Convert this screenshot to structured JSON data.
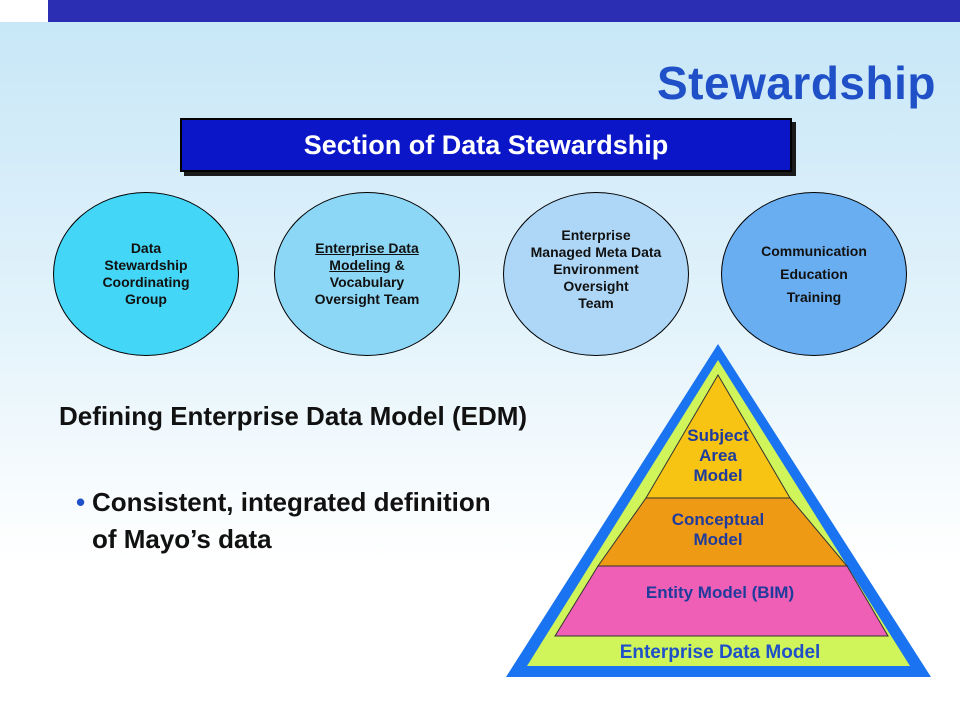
{
  "slide": {
    "title": "Stewardship"
  },
  "section": {
    "label": "Section of Data Stewardship"
  },
  "groups": [
    {
      "lines": [
        "Data",
        "Stewardship",
        "Coordinating",
        "Group"
      ]
    },
    {
      "lines": [
        "Enterprise Data",
        "Modeling &",
        "Vocabulary",
        "Oversight Team"
      ]
    },
    {
      "lines": [
        "Enterprise",
        "Managed Meta Data",
        "Environment",
        "Oversight",
        "Team"
      ]
    },
    {
      "lines": [
        "Communication",
        "Education",
        "Training"
      ]
    }
  ],
  "group2_underlined": [
    "Enterprise Data",
    "Modeling"
  ],
  "edm": {
    "heading": "Defining Enterprise Data Model (EDM)",
    "bullet": "Consistent, integrated definition of Mayo’s data"
  },
  "pyramid": {
    "outer_label": "Enterprise Data Model",
    "tiers": [
      {
        "label_lines": [
          "Subject",
          "Area",
          "Model"
        ],
        "color": "#f7c413"
      },
      {
        "label_lines": [
          "Conceptual",
          "Model"
        ],
        "color": "#ef9a15"
      },
      {
        "label_lines": [
          "Entity Model (BIM)"
        ],
        "color": "#ef5fb5"
      }
    ],
    "colors": {
      "outer_blue": "#1a73f0",
      "outer_green": "#cff55a",
      "outer_label_text": "#1f50c8",
      "tier_text": "#1f3c9c"
    }
  },
  "colors": {
    "title": "#1f50c8",
    "section_box": "#0a16c8",
    "top_bar": "#2b2db3"
  }
}
